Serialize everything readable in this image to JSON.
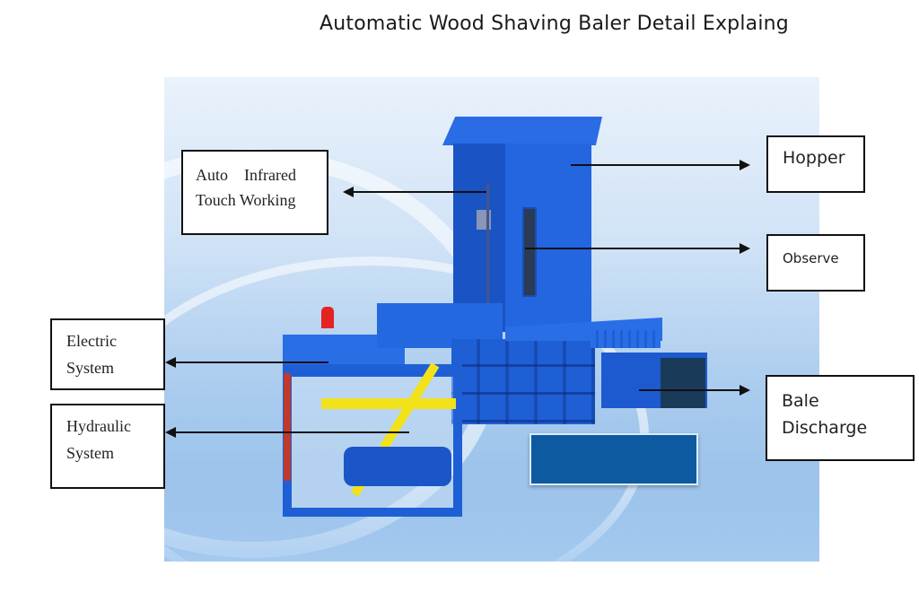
{
  "title": "Automatic Wood Shaving Baler Detail Explaing",
  "labels": {
    "auto_infrared": {
      "line1": "Auto    Infrared",
      "line2": "Touch Working"
    },
    "hopper": "Hopper",
    "observe": "Observe",
    "electric": {
      "line1": "Electric",
      "line2": "System"
    },
    "hydraulic": {
      "line1": "Hydraulic",
      "line2": "System"
    },
    "bale_discharge": {
      "line1": "Bale",
      "line2": "Discharge"
    }
  },
  "colors": {
    "machine_blue": "#1f5fd6",
    "hydraulic_yellow": "#f2e21a",
    "overlay_box": "#0d5aa0"
  }
}
